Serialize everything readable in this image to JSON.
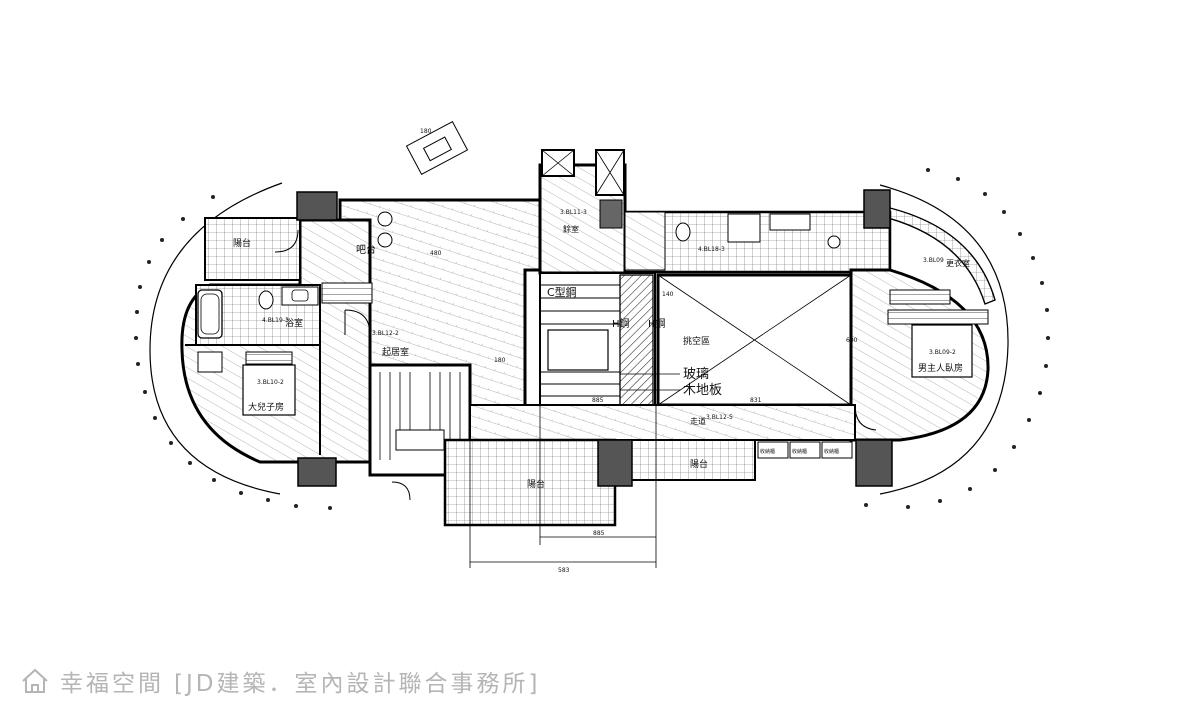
{
  "rooms": {
    "balcony_west": "陽台",
    "bar": "吧台",
    "living": "起居室",
    "bath_west": "浴室",
    "son_bedroom": "大兒子房",
    "study": "餘室",
    "void": "挑空區",
    "master_bedroom": "男主人臥房",
    "closet": "更衣室",
    "corridor": "走道",
    "balcony_south": "陽台",
    "balcony_center": "陽台"
  },
  "annotations": {
    "c_steel": "C型鋼",
    "h_steel_left": "H鋼",
    "h_steel_right": "H鋼",
    "glass": "玻璃",
    "wood_floor": "木地板"
  },
  "dimensions": {
    "north_box": "180",
    "stair_run": "180",
    "void_width": "831",
    "void_depth": "600",
    "left_depth": "480",
    "small_a": "885",
    "south_short": "885",
    "south_long": "583",
    "void_height": "140"
  },
  "tags": {
    "son": "3.BL10-2",
    "master": "3.BL09-2",
    "study": "3.BL11-3",
    "living": "3.BL12-2",
    "bath": "4.BL19-3",
    "closet": "3.BL09",
    "corridor": "3.BL12-5",
    "east_bath": "4.BL18-3"
  },
  "cabinets": [
    "收納櫃",
    "收納櫃",
    "收納櫃"
  ],
  "watermark": {
    "brand": "幸福空間",
    "firm": "[JD建築．室內設計聯合事務所]",
    "icon": "house-logo-icon"
  }
}
